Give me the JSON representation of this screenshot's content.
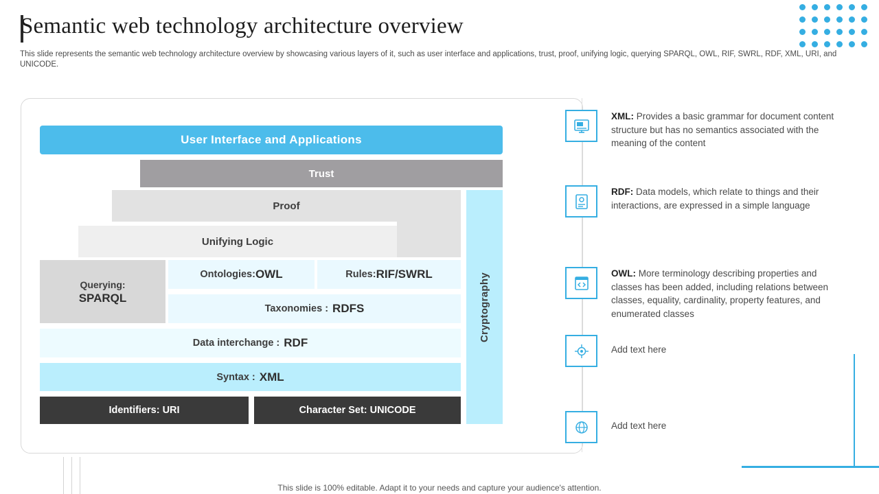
{
  "header": {
    "title": "Semantic web technology architecture overview",
    "subtitle": "This slide represents the semantic web technology architecture overview by showcasing various layers of it, such as user interface and applications, trust, proof, unifying logic, querying SPARQL, OWL, RIF, SWRL, RDF, XML, URI, and UNICODE."
  },
  "diagram": {
    "user_interface": "User Interface and Applications",
    "trust": "Trust",
    "proof": "Proof",
    "unifying_logic": "Unifying Logic",
    "querying_label": "Querying:",
    "querying_value": "SPARQL",
    "ontologies_label": "Ontologies:",
    "ontologies_value": "OWL",
    "rules_label": "Rules:",
    "rules_value": "RIF/SWRL",
    "taxonomies_label": "Taxonomies :",
    "taxonomies_value": "RDFS",
    "data_interchange_label": "Data interchange :",
    "data_interchange_value": "RDF",
    "syntax_label": "Syntax :",
    "syntax_value": "XML",
    "identifiers": "Identifiers: URI",
    "character_set": "Character Set: UNICODE",
    "cryptography": "Cryptography"
  },
  "bullets": [
    {
      "icon": "xml-document-icon",
      "title": "XML:",
      "text": " Provides a basic grammar for document content structure but has no semantics associated with the meaning of the content"
    },
    {
      "icon": "rdf-document-icon",
      "title": "RDF:",
      "text": " Data models, which relate to things and their interactions, are expressed in a simple language"
    },
    {
      "icon": "owl-code-icon",
      "title": "OWL:",
      "text": " More terminology describing properties and classes has been added, including relations between classes, equality, cardinality, property features, and enumerated classes"
    },
    {
      "icon": "network-brain-icon",
      "title": "",
      "text": "Add text here"
    },
    {
      "icon": "globe-network-icon",
      "title": "",
      "text": "Add text here"
    }
  ],
  "footer": {
    "note": "This slide is 100% editable. Adapt it to your needs and capture your audience's attention."
  },
  "colors": {
    "accent": "#35aee2",
    "top_bar": "#4cbceb",
    "trust": "#a09ea1",
    "dark": "#3a3a3a"
  }
}
